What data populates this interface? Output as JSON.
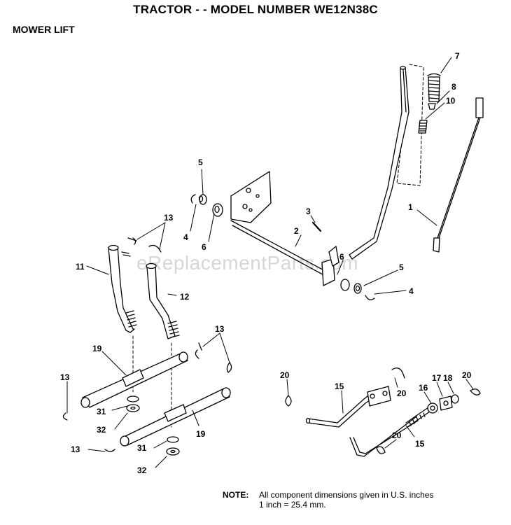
{
  "title": "TRACTOR - - MODEL NUMBER WE12N38C",
  "section": "MOWER LIFT",
  "watermark": "eReplacementParts.com",
  "note": {
    "label": "NOTE:",
    "line1": "All component dimensions given in U.S. inches",
    "line2": "1 inch = 25.4 mm."
  },
  "callouts": [
    "7",
    "8",
    "10",
    "1",
    "5",
    "4",
    "6",
    "3",
    "2",
    "13",
    "11",
    "12",
    "6",
    "5",
    "4",
    "13",
    "19",
    "13",
    "31",
    "32",
    "19",
    "13",
    "31",
    "32",
    "20",
    "15",
    "20",
    "16",
    "17",
    "18",
    "20",
    "20",
    "15"
  ]
}
